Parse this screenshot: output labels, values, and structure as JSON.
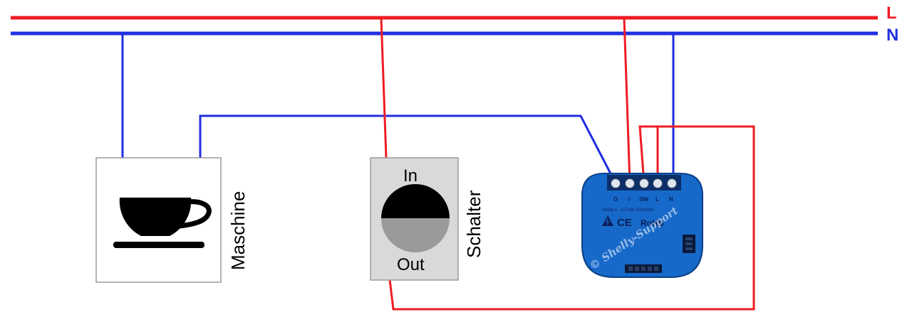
{
  "rails": {
    "live_label": "L",
    "neutral_label": "N",
    "live_color": "#ee1c24",
    "neutral_color": "#1f2fe0"
  },
  "machine": {
    "label": "Maschine",
    "icon": "coffee-cup-icon"
  },
  "switch": {
    "label": "Schalter",
    "in_label": "In",
    "out_label": "Out"
  },
  "shelly": {
    "terminals": [
      "O",
      "I",
      "SW",
      "L",
      "N"
    ],
    "rating_text": "Shelly 1 - 3.5 kW 230V/16A",
    "ce_mark": "CE",
    "rohs_mark": "RoHS",
    "watermark": "© Shelly-Support",
    "body_color": "#1769c9"
  }
}
